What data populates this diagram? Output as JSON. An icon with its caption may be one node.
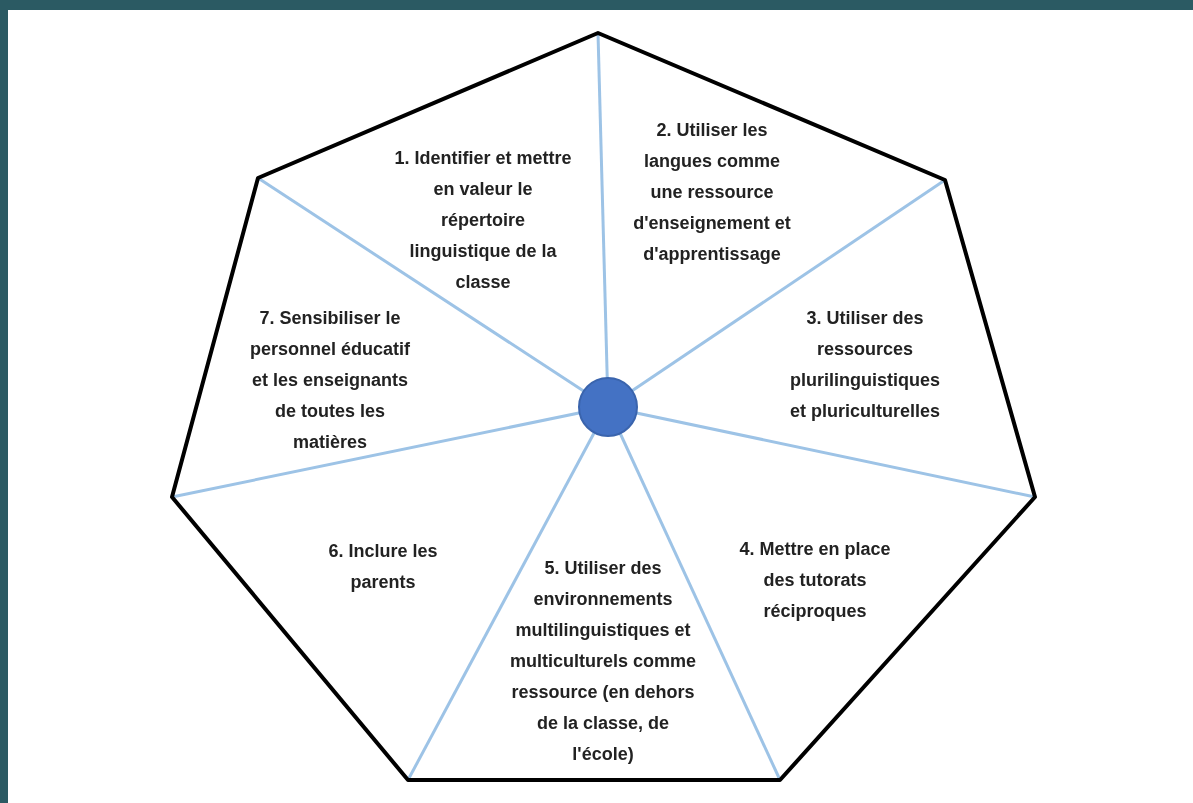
{
  "diagram": {
    "nodes": [
      {
        "text": [
          "1. Identifier et mettre en valeur le répertoire linguistique de la classe"
        ]
      },
      {
        "text": [
          "2. Utiliser les langues comme une ressource d'enseignement et d'apprentissage"
        ]
      },
      {
        "text": [
          "3. Utiliser des ressources plurilinguistiques et pluriculturelles"
        ]
      },
      {
        "text": [
          "4. Mettre en place des tutorats réciproques"
        ]
      },
      {
        "text": [
          "5. Utiliser des environnements multilinguistiques et multiculturels comme ressource (en dehors de la classe, de l'école)"
        ]
      },
      {
        "text": [
          "6. Inclure les parents"
        ]
      },
      {
        "text": [
          "7. Sensibiliser le personnel éducatif et les enseignants de toutes les matières"
        ]
      },
      {
        "text": [],
        "shape": "circle"
      }
    ]
  }
}
